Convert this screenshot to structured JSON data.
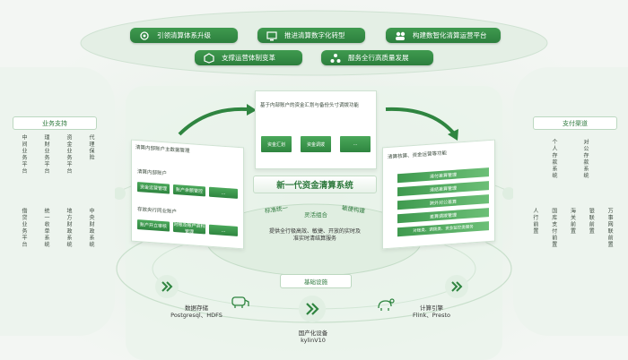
{
  "top": {
    "row1": [
      "引领清算体系升级",
      "推进清算数字化转型",
      "构建数智化清算运营平台"
    ],
    "row2": [
      "支撑运营体制变革",
      "服务全行高质量发展"
    ]
  },
  "left": {
    "header": "业务支持",
    "group1": [
      "中间业务平台",
      "理财业务平台",
      "资金业务平台",
      "代理保险"
    ],
    "group2": [
      "借贷业务平台",
      "统一收单系统",
      "地方财政系统",
      "中央财政系统"
    ]
  },
  "right": {
    "header": "支付渠道",
    "group1": [
      "个人存款系统",
      "对公存款系统"
    ],
    "group2": [
      "人行前置",
      "国库支付前置",
      "海关前置",
      "银联前置",
      "万事网联前置"
    ]
  },
  "center": {
    "left_panel": {
      "title": "清算内部账户主数据管理",
      "sec1": "清算内部账户",
      "sec1_btns": [
        "资金运营管理",
        "账户余额管控",
        "..."
      ],
      "sec2": "存放央行同业账户",
      "sec2_btns": [
        "账户开立审核",
        "对账及账户资料管理",
        "..."
      ]
    },
    "mid_panel": {
      "title": "基于内部账户的资金汇划与备份头寸调拨功能",
      "btns": [
        "资金汇划",
        "资金调拨",
        "..."
      ]
    },
    "right_panel": {
      "title": "清算核算、资金运营等功能",
      "bars": [
        "清付差算管理",
        "清结差算管理",
        "跨外对公差算",
        "差算调拨管理",
        "对账类、调拨类、资金监控类服务"
      ]
    },
    "core_title": "新一代资金清算系统",
    "core_tags": [
      "标准统一",
      "灵活组合",
      "敏捷构建"
    ],
    "core_desc": "提供全行极高效、敏捷、开放的实时及准实时清结算服务"
  },
  "infra": {
    "title": "基础设施",
    "storage_title": "数据存储",
    "storage_sub": "Postgresql、HDFS",
    "domestic_title": "国产化设备",
    "domestic_sub": "kylinV10",
    "compute_title": "计算引擎",
    "compute_sub": "Flink、Presto"
  },
  "colors": {
    "accent": "#2f8540",
    "light": "#e6f1e7"
  }
}
